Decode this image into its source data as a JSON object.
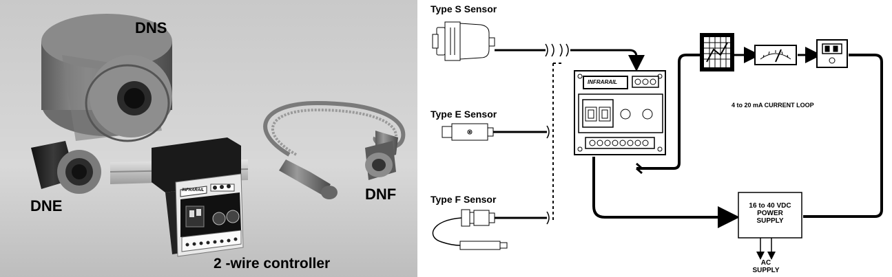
{
  "photo": {
    "labels": {
      "dns": "DNS",
      "dne": "DNE",
      "dnf": "DNF",
      "controller": "2 -wire controller"
    },
    "controller_brand": "INFRARAIL"
  },
  "diagram": {
    "sensors": {
      "type_s": "Type S Sensor",
      "type_e": "Type E  Sensor",
      "type_f": "Type F Sensor"
    },
    "controller_brand": "INFRARAIL",
    "current_loop": "4 to 20 mA CURRENT LOOP",
    "power_supply": {
      "line1": "16 to 40 VDC",
      "line2": "POWER",
      "line3": "SUPPLY"
    },
    "ac_supply": {
      "line1": "AC",
      "line2": "SUPPLY"
    }
  }
}
